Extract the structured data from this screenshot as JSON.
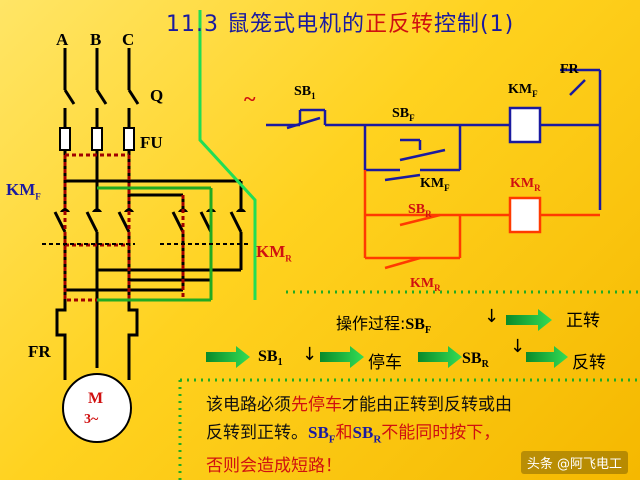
{
  "title": {
    "prefix": "11.3 鼠笼式电机的",
    "highlight": "正反转",
    "suffix": "控制(1)"
  },
  "phases": [
    "A",
    "B",
    "C"
  ],
  "components": {
    "breaker": "Q",
    "fuse": "FU",
    "km_f_main": {
      "base": "KM",
      "sub": "F"
    },
    "km_r_main": {
      "base": "KM",
      "sub": "R"
    },
    "overload": "FR",
    "motor": {
      "name": "M",
      "spec": "3~"
    }
  },
  "control": {
    "supply": "~",
    "sb1": {
      "base": "SB",
      "sub": "1"
    },
    "sbf": {
      "base": "SB",
      "sub": "F"
    },
    "sbr": {
      "base": "SB",
      "sub": "R"
    },
    "kmf_coil": {
      "base": "KM",
      "sub": "F"
    },
    "kmr_coil": {
      "base": "KM",
      "sub": "R"
    },
    "kmf_aux": {
      "base": "KM",
      "sub": "F"
    },
    "kmr_aux": {
      "base": "KM",
      "sub": "R"
    },
    "fr_contact": "FR"
  },
  "operation": {
    "label": "操作过程:",
    "sbf": {
      "base": "SB",
      "sub": "F"
    },
    "forward": "正转",
    "sb1": {
      "base": "SB",
      "sub": "1"
    },
    "stop": "停车",
    "sbr": {
      "base": "SB",
      "sub": "R"
    },
    "reverse": "反转"
  },
  "note": {
    "line1_a": "该电路必须",
    "line1_b": "先停车",
    "line1_c": "才能由正转到反转或由",
    "line2_a": "反转到正转。",
    "line2_b": "SB",
    "line2_b_sub": "F",
    "line2_c": "和",
    "line2_d": "SB",
    "line2_d_sub": "R",
    "line2_e": "不能同时按下，",
    "line3_a": "否则会造成短路！"
  },
  "watermark": "头条 @阿飞电工",
  "colors": {
    "title": "#1a1aa0",
    "accent": "#d01010",
    "forward_path": "#1a1aa0",
    "reverse_path": "#ff3a00",
    "loop_green": "#22aa22",
    "dots": "#22aa22"
  }
}
